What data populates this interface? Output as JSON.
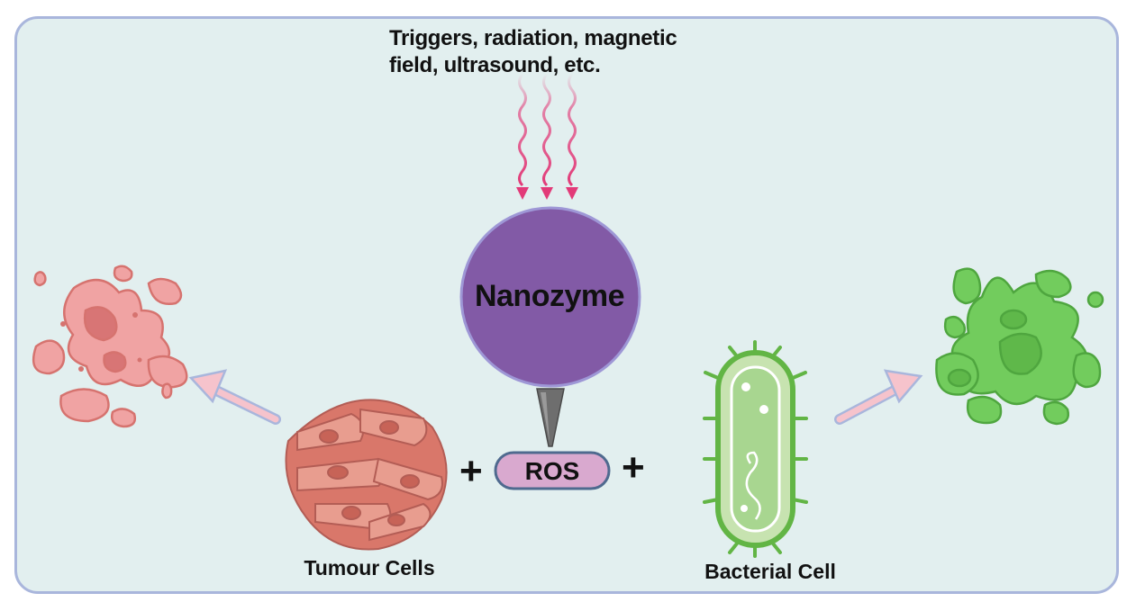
{
  "labels": {
    "trigger": "Triggers, radiation, magnetic\nfield, ultrasound, etc.",
    "nanozyme": "Nanozyme",
    "ros": "ROS",
    "tumour_cells": "Tumour Cells",
    "bacterial_cell": "Bacterial Cell",
    "plus": "+"
  },
  "colors": {
    "panel_background": "#e2efef",
    "panel_border": "#a9b6dc",
    "wave_arrows": "#e23a78",
    "nanozyme_fill": "#825aa6",
    "nanozyme_border": "#9e97d6",
    "ros_fill": "#d9a9cf",
    "ros_border": "#4f6a8f",
    "tumour_cell": "#d9776a",
    "tumour_debris": "#f0a3a3",
    "bacteria_green": "#62b545",
    "bacteria_debris": "#72cc5d",
    "transition_arrows": "#f6c3cc"
  },
  "icons": [
    "wave-arrow-icon",
    "nanozyme-sphere",
    "probe-tip-icon",
    "tumour-cells-icon",
    "bacterial-cell-icon",
    "tumour-debris-icon",
    "bacterial-debris-icon",
    "transition-arrow-icon"
  ]
}
